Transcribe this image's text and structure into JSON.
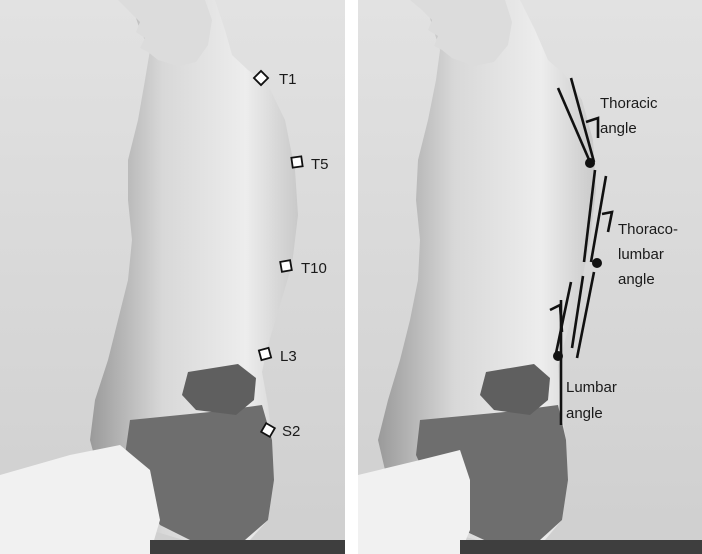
{
  "left_panel": {
    "markers": [
      {
        "label": "T1"
      },
      {
        "label": "T5"
      },
      {
        "label": "T10"
      },
      {
        "label": "L3"
      },
      {
        "label": "S2"
      }
    ]
  },
  "right_panel": {
    "angles": [
      {
        "lines": [
          "Thoracic",
          "angle"
        ]
      },
      {
        "lines": [
          "Thoraco-",
          "lumbar",
          "angle"
        ]
      },
      {
        "lines": [
          "Lumbar",
          "angle"
        ]
      }
    ]
  }
}
